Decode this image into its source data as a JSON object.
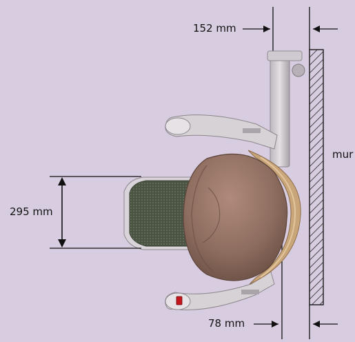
{
  "diagram": {
    "background_color": "#d8cde0",
    "dimensions": {
      "top_offset": "152 mm",
      "bottom_offset": "78 mm",
      "footrest_length": "295 mm"
    },
    "wall_label": "mur",
    "colors": {
      "seat": "#8e6e60",
      "seat_rim": "#c9a67a",
      "rail": "#c9c4c8",
      "footrest_mat": "#4b5443",
      "wall_hatch": "#222222",
      "indicator": "#c4161c"
    }
  }
}
